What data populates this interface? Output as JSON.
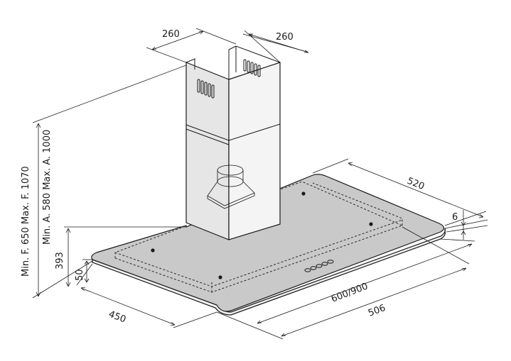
{
  "dimensions": {
    "chimney_width_left": "260",
    "chimney_width_right": "260",
    "depth": "520",
    "glass_thickness": "6",
    "width_variants": "600/900",
    "width_outer": "506",
    "side_depth": "450",
    "canopy_height": "393",
    "front_height": "50",
    "range_filter": "Min. F. 650 Max. F. 1070",
    "range_air": "Min. A. 580 Max. A. 1000"
  }
}
